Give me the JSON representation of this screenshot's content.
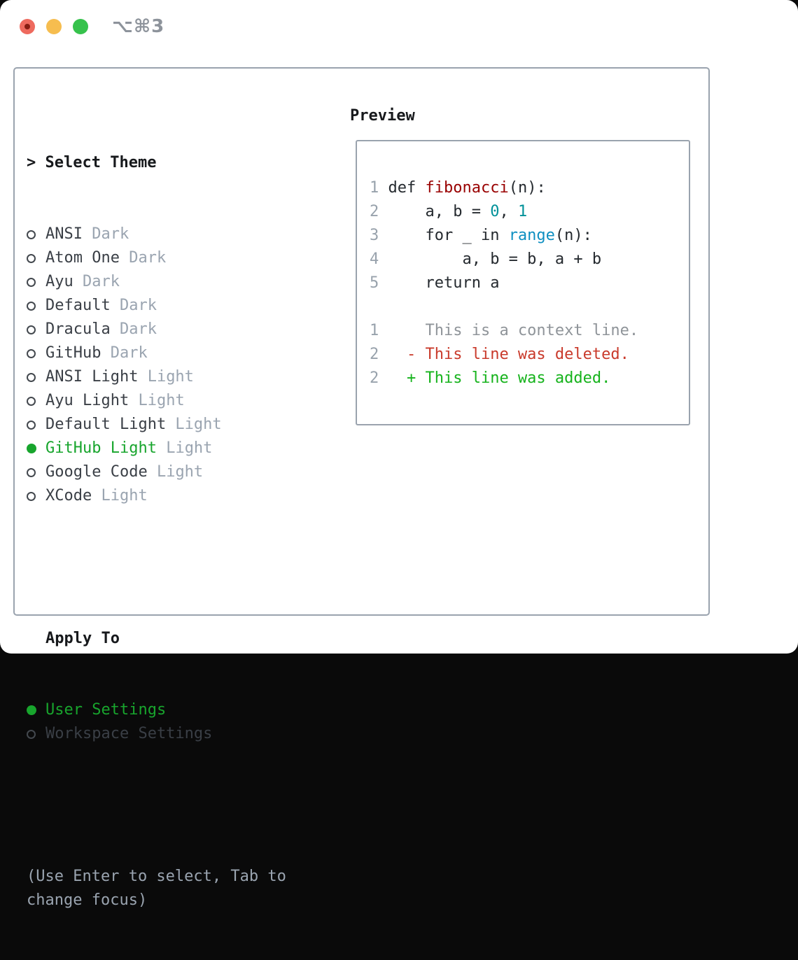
{
  "window": {
    "shortcut_title": "⌥⌘3"
  },
  "colors": {
    "ui_green": "#18a52d",
    "diff_red": "#c93a2b",
    "diff_green": "#16b31c",
    "func_red": "#990000",
    "number_teal": "#009199",
    "builtin_blue": "#0e8fc1",
    "label_gray": "#9aa4b0",
    "text_dark": "#17191c",
    "item_gray": "#3a3f46",
    "border_gray": "#9aa3ae",
    "line_number_gray": "#98a2ac",
    "context_gray": "#8f9499",
    "traffic_red": "#ee6a5e",
    "traffic_yellow": "#f6bd4f",
    "traffic_green": "#36c24c"
  },
  "theme_selector": {
    "prompt": ">",
    "title": "Select Theme",
    "themes": [
      {
        "name": "ANSI",
        "variant": "Dark",
        "selected": false
      },
      {
        "name": "Atom One",
        "variant": "Dark",
        "selected": false
      },
      {
        "name": "Ayu",
        "variant": "Dark",
        "selected": false
      },
      {
        "name": "Default",
        "variant": "Dark",
        "selected": false
      },
      {
        "name": "Dracula",
        "variant": "Dark",
        "selected": false
      },
      {
        "name": "GitHub",
        "variant": "Dark",
        "selected": false
      },
      {
        "name": "ANSI Light",
        "variant": "Light",
        "selected": false
      },
      {
        "name": "Ayu Light",
        "variant": "Light",
        "selected": false
      },
      {
        "name": "Default Light",
        "variant": "Light",
        "selected": false
      },
      {
        "name": "GitHub Light",
        "variant": "Light",
        "selected": true
      },
      {
        "name": "Google Code",
        "variant": "Light",
        "selected": false
      },
      {
        "name": "XCode",
        "variant": "Light",
        "selected": false
      }
    ]
  },
  "apply_to": {
    "title": "Apply To",
    "options": [
      {
        "label": "User Settings",
        "selected": true
      },
      {
        "label": "Workspace Settings",
        "selected": false
      }
    ]
  },
  "hint_lines": [
    "(Use Enter to select, Tab to",
    "change focus)"
  ],
  "preview": {
    "title": "Preview",
    "code_lines": [
      {
        "number": "1",
        "segments": [
          {
            "text": "def ",
            "style": "plain"
          },
          {
            "text": "fibonacci",
            "style": "function"
          },
          {
            "text": "(n):",
            "style": "plain"
          }
        ]
      },
      {
        "number": "2",
        "segments": [
          {
            "text": "    a, b = ",
            "style": "plain"
          },
          {
            "text": "0",
            "style": "number"
          },
          {
            "text": ", ",
            "style": "plain"
          },
          {
            "text": "1",
            "style": "number"
          }
        ]
      },
      {
        "number": "3",
        "segments": [
          {
            "text": "    for _ in ",
            "style": "plain"
          },
          {
            "text": "range",
            "style": "builtin"
          },
          {
            "text": "(n):",
            "style": "plain"
          }
        ]
      },
      {
        "number": "4",
        "segments": [
          {
            "text": "        a, b = b, a + b",
            "style": "plain"
          }
        ]
      },
      {
        "number": "5",
        "segments": [
          {
            "text": "    return a",
            "style": "plain"
          }
        ]
      },
      {
        "number": "",
        "segments": []
      },
      {
        "number": "1",
        "segments": [
          {
            "text": "    This is a context line.",
            "style": "context"
          }
        ]
      },
      {
        "number": "2",
        "segments": [
          {
            "text": "  - This line was deleted.",
            "style": "deleted"
          }
        ]
      },
      {
        "number": "2",
        "segments": [
          {
            "text": "  + This line was added.",
            "style": "added"
          }
        ]
      }
    ]
  }
}
